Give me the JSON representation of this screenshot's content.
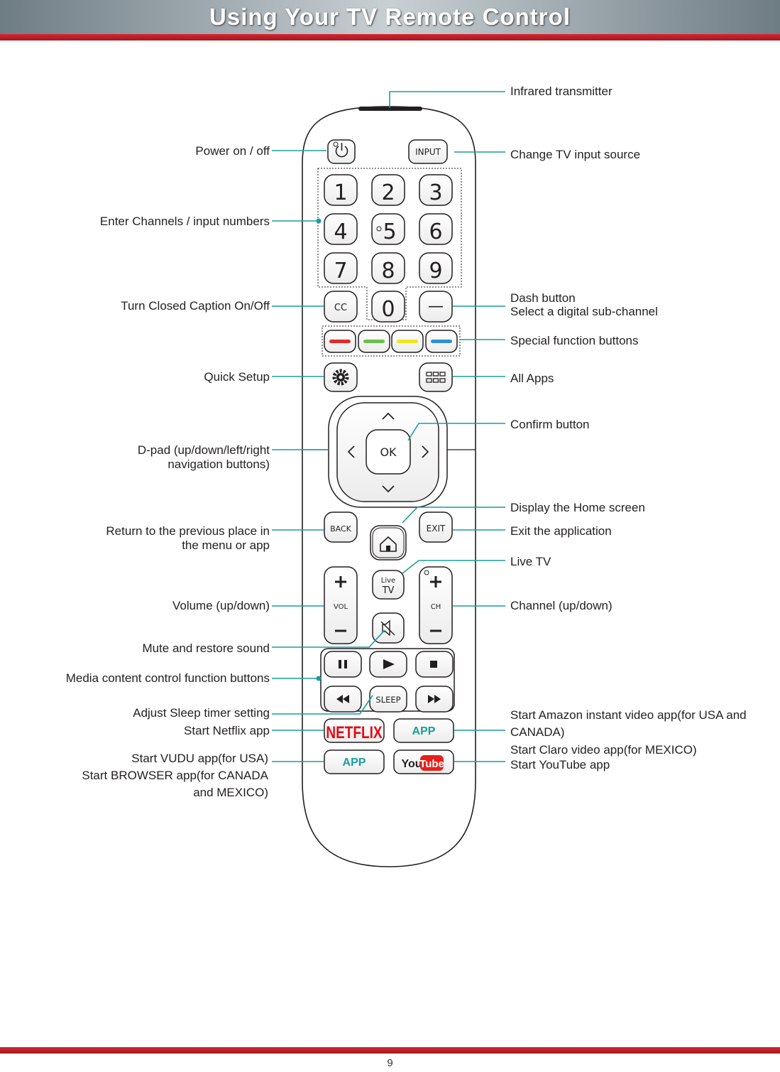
{
  "header": {
    "title": "Using Your TV Remote Control"
  },
  "footer": {
    "page_number": "9"
  },
  "remote": {
    "input": "INPUT",
    "digits": [
      "1",
      "2",
      "3",
      "4",
      "5",
      "6",
      "7",
      "8",
      "9",
      "0"
    ],
    "cc": "CC",
    "dash": "—",
    "color_buttons": [
      "#e32b2b",
      "#6cbf4b",
      "#f2e51a",
      "#2e8fd3"
    ],
    "ok": "OK",
    "back": "BACK",
    "exit": "EXIT",
    "live_1": "Live",
    "live_2": "TV",
    "vol": "VOL",
    "ch": "CH",
    "sleep": "SLEEP",
    "netflix": "NETFLIX",
    "app_1": "APP",
    "app_2": "APP",
    "youtube_you": "You",
    "youtube_tube": "Tube",
    "accent_color": "#1a9e9a"
  },
  "labels": {
    "infrared": "Infrared transmitter",
    "power": "Power on / off",
    "input_source": "Change TV input source",
    "channels": "Enter Channels / input numbers",
    "cc": "Turn Closed Caption On/Off",
    "dash_1": "Dash button",
    "dash_2": "Select a digital sub-channel",
    "special": "Special function buttons",
    "quick_setup": "Quick Setup",
    "all_apps": "All Apps",
    "confirm": "Confirm button",
    "dpad_1": "D-pad (up/down/left/right",
    "dpad_2": "navigation buttons)",
    "home": "Display the Home screen",
    "return_1": "Return to the previous place in",
    "return_2": "the menu or app",
    "exit": "Exit the application",
    "live_tv": "Live TV",
    "volume": "Volume (up/down)",
    "channel": "Channel (up/down)",
    "mute": "Mute and restore sound",
    "media": "Media content control function buttons",
    "sleep": "Adjust Sleep timer setting",
    "netflix": "Start Netflix app",
    "amazon_1": "Start Amazon instant video app(for USA and",
    "amazon_2": "CANADA)",
    "claro": "Start Claro video app(for MEXICO)",
    "youtube": "Start YouTube app",
    "vudu_1": "Start VUDU app(for USA)",
    "vudu_2": "Start BROWSER app(for CANADA",
    "vudu_3": "and MEXICO)"
  }
}
